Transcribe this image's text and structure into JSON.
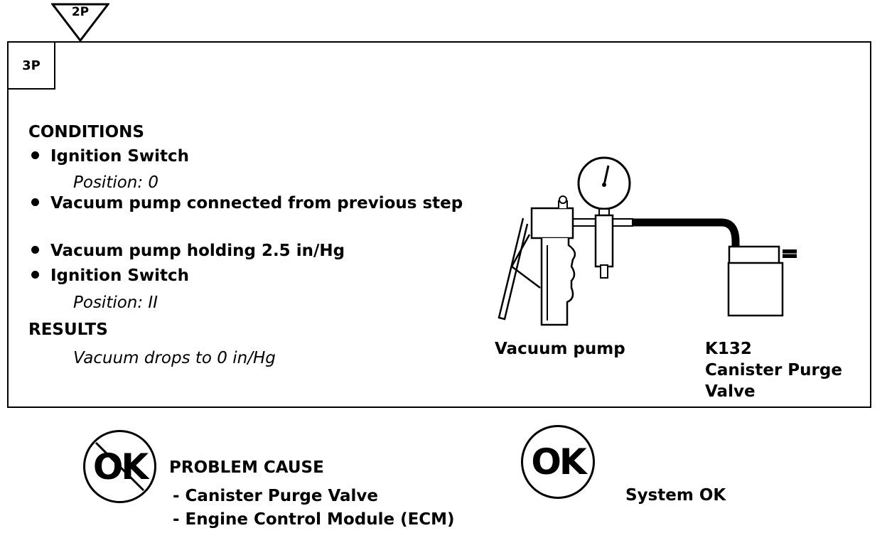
{
  "previous_step": "2P",
  "step": "3P",
  "conditions": {
    "heading": "CONDITIONS",
    "items": [
      {
        "text": "Ignition Switch",
        "sub": "Position: 0"
      },
      {
        "text": "Vacuum pump connected from previous step",
        "sub": ""
      },
      {
        "text": "Vacuum pump holding 2.5 in/Hg",
        "sub": ""
      },
      {
        "text": "Ignition Switch",
        "sub": "Position: II"
      }
    ]
  },
  "results": {
    "heading": "RESULTS",
    "text": "Vacuum drops to 0 in/Hg"
  },
  "illustration": {
    "pump_label": "Vacuum pump",
    "valve_label_line1": "K132",
    "valve_label_line2": "Canister Purge",
    "valve_label_line3": "Valve"
  },
  "outcome_not_ok": {
    "symbol": "OK",
    "heading": "PROBLEM CAUSE",
    "causes": [
      "- Canister Purge Valve",
      "- Engine Control Module (ECM)"
    ]
  },
  "outcome_ok": {
    "symbol": "OK",
    "text": "System OK"
  }
}
